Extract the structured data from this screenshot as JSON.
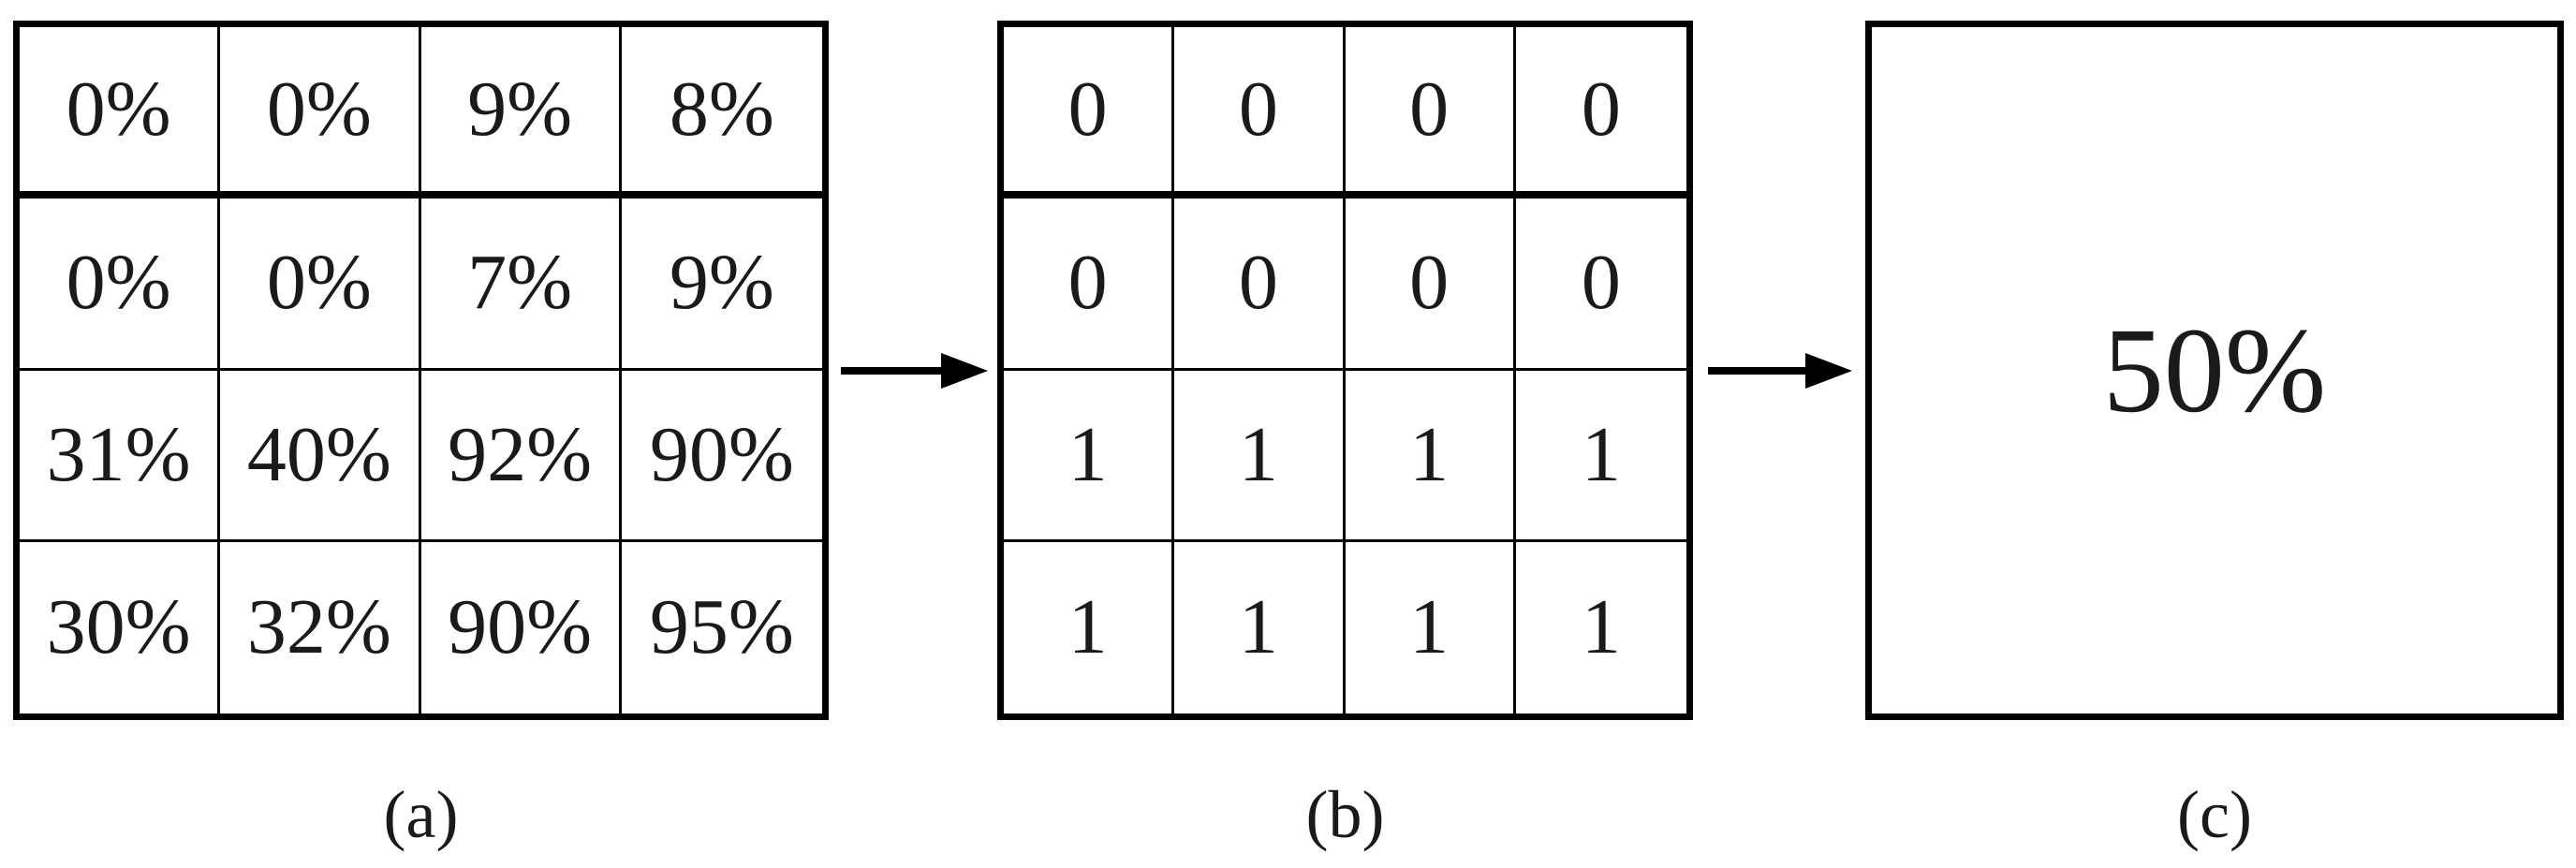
{
  "figure": {
    "colors": {
      "line": "#000000",
      "background": "#ffffff",
      "text": "#1a1a1a"
    },
    "panels": {
      "a": {
        "label": "(a)",
        "rows": [
          [
            "0%",
            "0%",
            "9%",
            "8%"
          ],
          [
            "0%",
            "0%",
            "7%",
            "9%"
          ],
          [
            "31%",
            "40%",
            "92%",
            "90%"
          ],
          [
            "30%",
            "32%",
            "90%",
            "95%"
          ]
        ]
      },
      "b": {
        "label": "(b)",
        "rows": [
          [
            "0",
            "0",
            "0",
            "0"
          ],
          [
            "0",
            "0",
            "0",
            "0"
          ],
          [
            "1",
            "1",
            "1",
            "1"
          ],
          [
            "1",
            "1",
            "1",
            "1"
          ]
        ]
      },
      "c": {
        "label": "(c)",
        "value": "50%"
      }
    }
  }
}
